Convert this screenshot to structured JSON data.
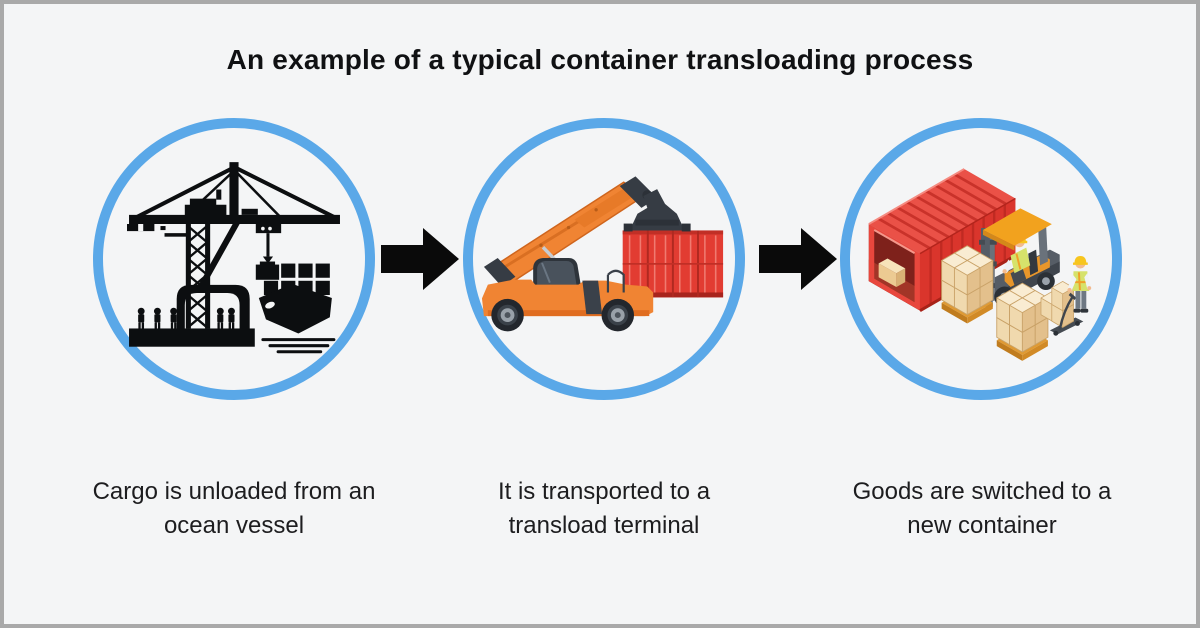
{
  "title": "An example of a typical container transloading process",
  "steps": [
    {
      "id": 1,
      "icon": "port-crane-unloading-ship",
      "caption": "Cargo is unloaded from an\nocean vessel"
    },
    {
      "id": 2,
      "icon": "reach-stacker-carrying-container",
      "caption": "It is transported to a\ntransload terminal"
    },
    {
      "id": 3,
      "icon": "forklift-loading-new-container",
      "caption": "Goods are switched to a\nnew container"
    }
  ],
  "colors": {
    "background": "#f4f5f6",
    "frame_border": "#a9a9a9",
    "circle_ring": "#5aa8e8",
    "arrow": "#0a0a0a",
    "silhouette_black": "#0c0e10",
    "machine_orange": "#f08433",
    "container_red": "#e23c32",
    "box_tan": "#f0d9ae"
  }
}
